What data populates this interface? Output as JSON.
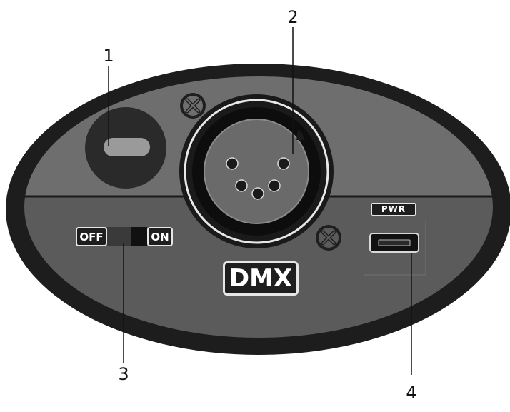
{
  "callouts": {
    "c1": "1",
    "c2": "2",
    "c3": "3",
    "c4": "4"
  },
  "labels": {
    "off": "OFF",
    "on": "ON",
    "pwr": "PWR",
    "dmx": "DMX"
  },
  "colors": {
    "housing_outer": "#1d1d1d",
    "housing_top": "#6e6e6e",
    "housing_bottom": "#5a5a5a",
    "connector_face": "#6a6a6a",
    "label_bg": "#1e1e1e",
    "label_text": "#ffffff"
  },
  "icons": {
    "screw": "screw-cross-icon",
    "xlr": "xlr-5pin-icon",
    "usb": "micro-usb-port-icon"
  },
  "dmx_pins": 5
}
